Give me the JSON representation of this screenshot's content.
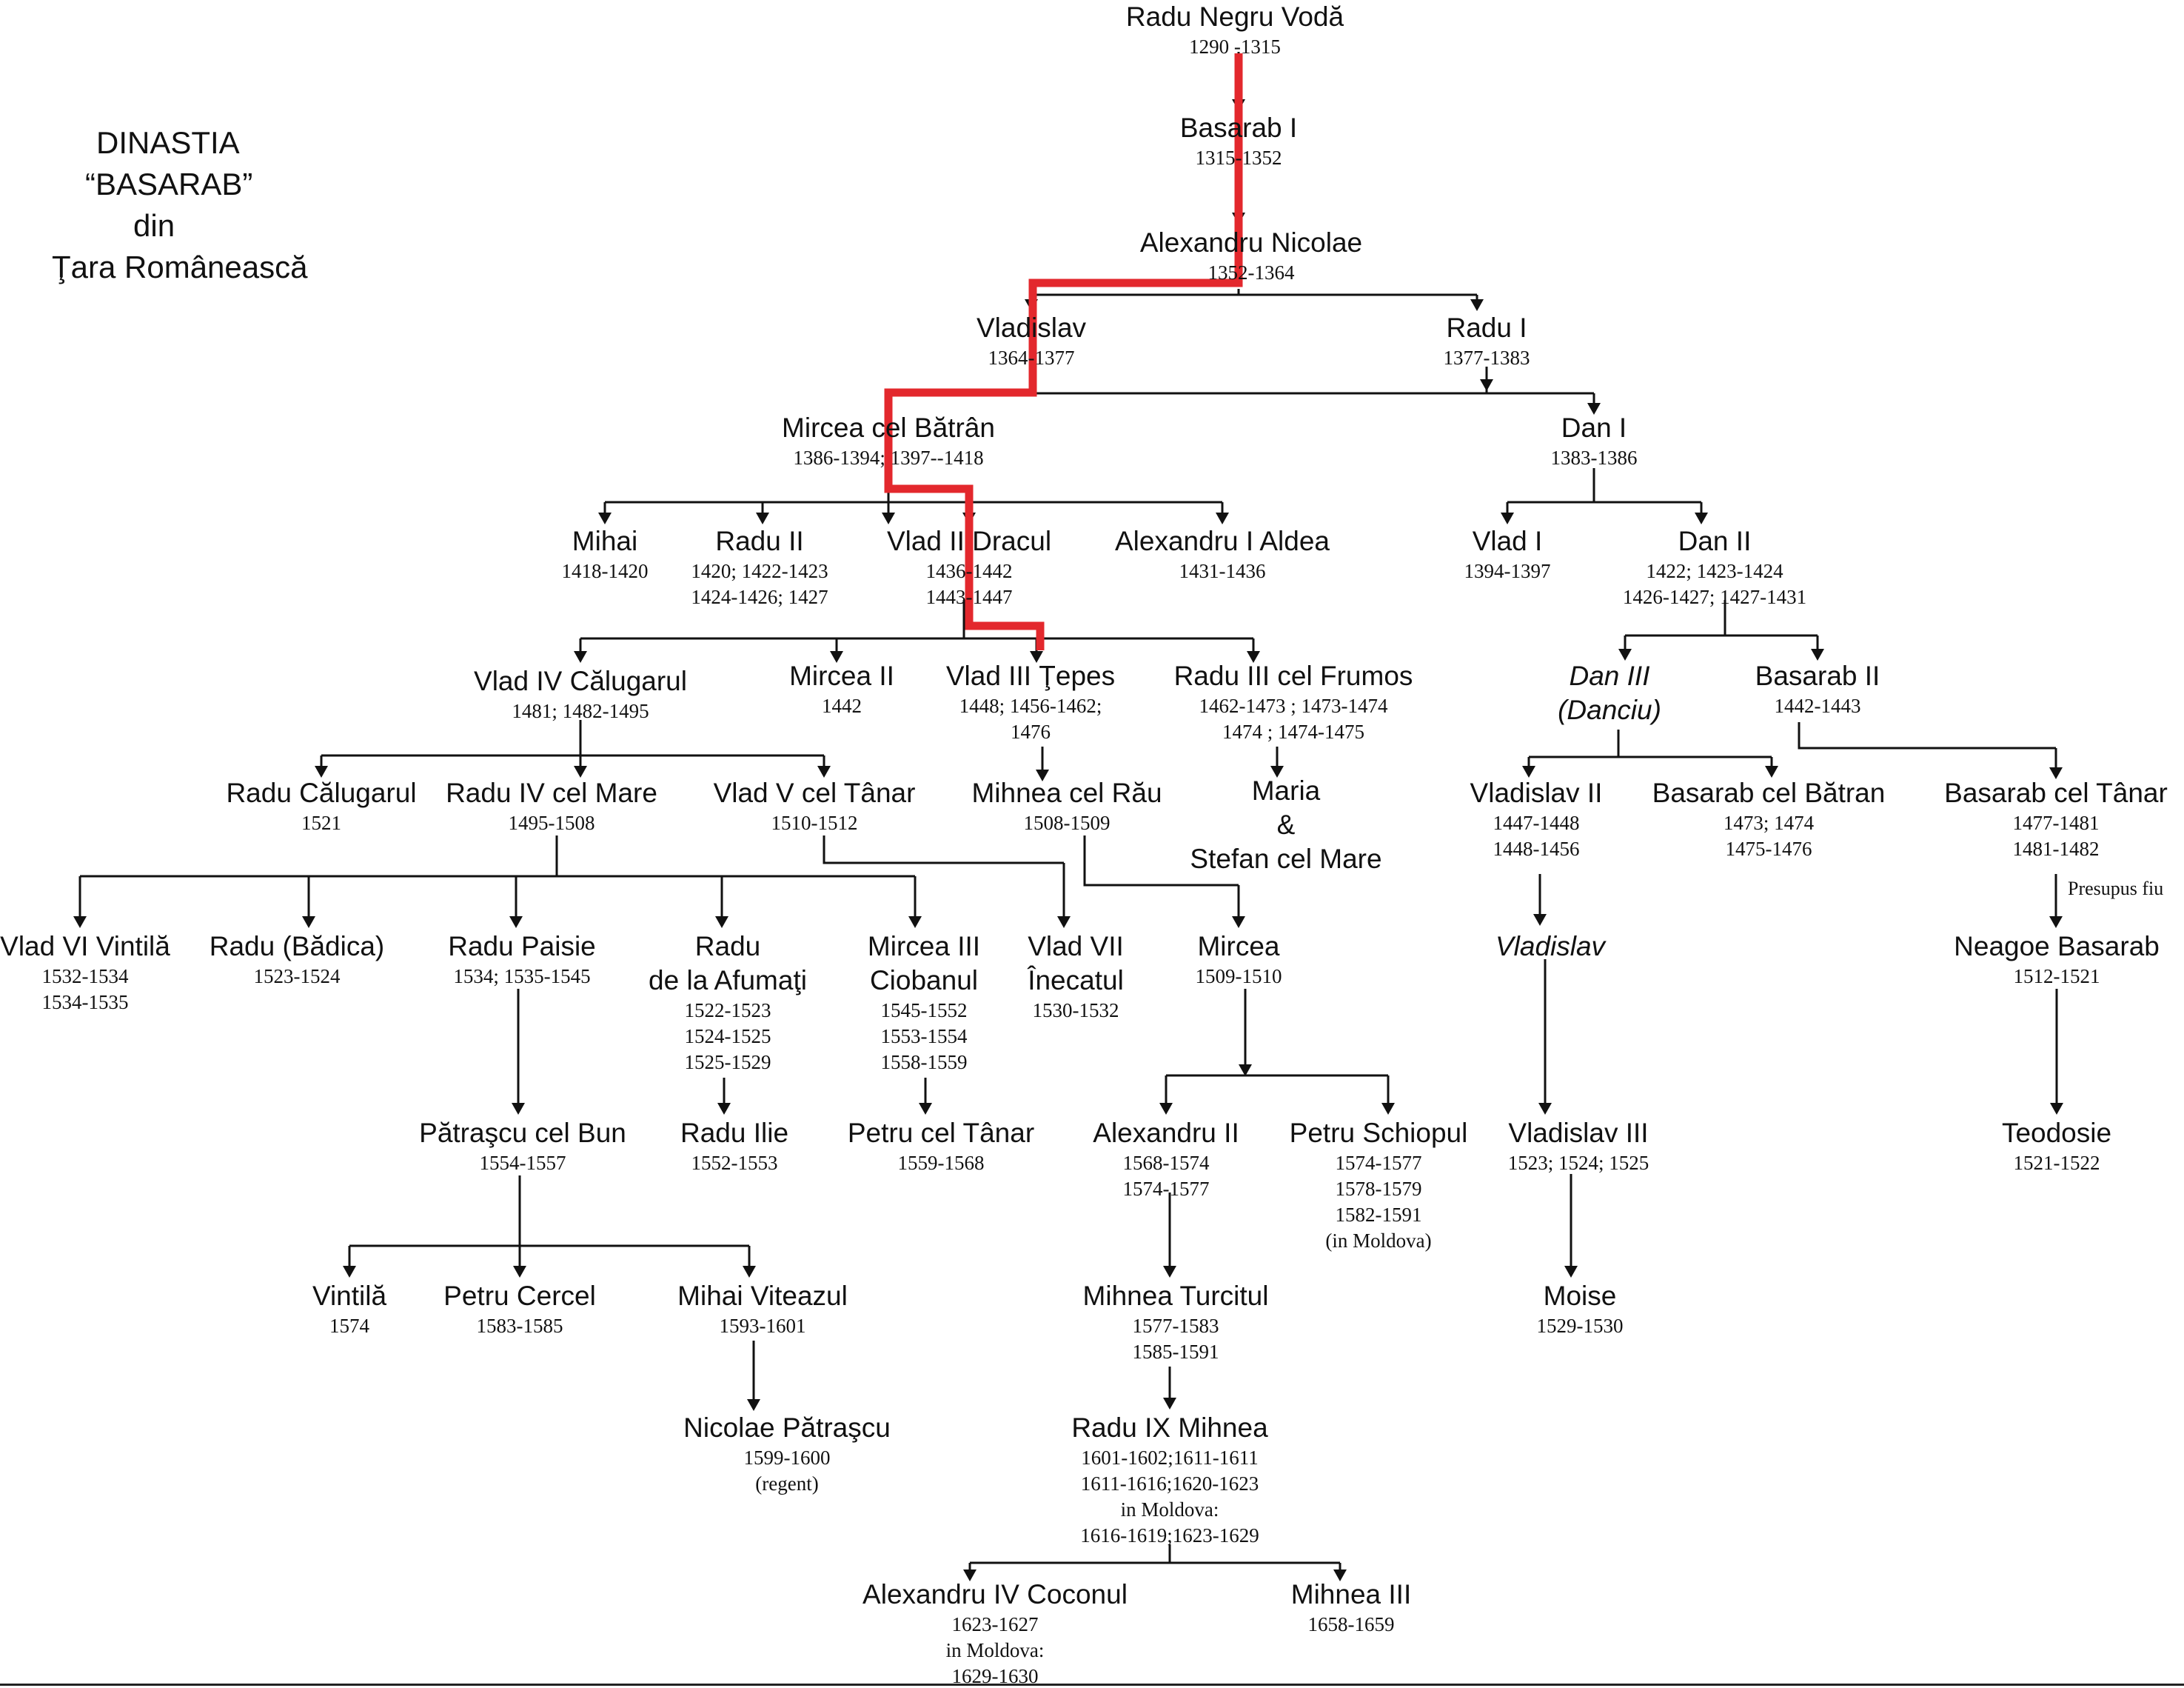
{
  "title": {
    "line1": "DINASTIA",
    "line2": "“BASARAB”",
    "line3": "din",
    "line4": "Ţara Românească"
  },
  "colors": {
    "line": "#111111",
    "highlight": "#e3282d"
  },
  "note": "Presupus fiu",
  "nodes": [
    {
      "name": "Radu Negru Vodă",
      "years": [
        "1290 -1315"
      ]
    },
    {
      "name": "Basarab I",
      "years": [
        "1315-1352"
      ]
    },
    {
      "name": "Alexandru Nicolae",
      "years": [
        "1352-1364"
      ]
    },
    {
      "name": "Vladislav",
      "years": [
        "1364-1377"
      ]
    },
    {
      "name": "Radu I",
      "years": [
        "1377-1383"
      ]
    },
    {
      "name": "Mircea cel Bătrân",
      "years": [
        "1386-1394; 1397--1418"
      ]
    },
    {
      "name": "Dan I",
      "years": [
        "1383-1386"
      ]
    },
    {
      "name": "Mihai",
      "years": [
        "1418-1420"
      ]
    },
    {
      "name": "Radu II",
      "years": [
        "1420; 1422-1423",
        "1424-1426; 1427"
      ]
    },
    {
      "name": "Vlad II Dracul",
      "years": [
        "1436-1442",
        "1443-1447"
      ]
    },
    {
      "name": "Alexandru I Aldea",
      "years": [
        "1431-1436"
      ]
    },
    {
      "name": "Vlad I",
      "years": [
        "1394-1397"
      ]
    },
    {
      "name": "Dan II",
      "years": [
        "1422; 1423-1424",
        "1426-1427; 1427-1431"
      ]
    },
    {
      "name": "Vlad IV Călugarul",
      "years": [
        "1481; 1482-1495"
      ]
    },
    {
      "name": "Mircea II",
      "years": [
        "1442"
      ]
    },
    {
      "name": "Vlad III Ţepes",
      "years": [
        "1448; 1456-1462;",
        "1476"
      ]
    },
    {
      "name": "Radu III cel Frumos",
      "years": [
        "1462-1473 ; 1473-1474",
        "1474 ; 1474-1475"
      ]
    },
    {
      "name": "Dan III",
      "name2": "(Danciu)",
      "italic": true,
      "years": []
    },
    {
      "name": "Basarab II",
      "years": [
        "1442-1443"
      ]
    },
    {
      "name": "Radu Călugarul",
      "years": [
        "1521"
      ]
    },
    {
      "name": "Radu IV cel Mare",
      "years": [
        "1495-1508"
      ]
    },
    {
      "name": "Vlad V cel Tânar",
      "years": [
        "1510-1512"
      ]
    },
    {
      "name": "Mihnea cel Rău",
      "years": [
        "1508-1509"
      ]
    },
    {
      "name": "Maria",
      "name2": "&",
      "name3": "Stefan cel Mare",
      "years": []
    },
    {
      "name": "Vladislav II",
      "years": [
        "1447-1448",
        "1448-1456"
      ]
    },
    {
      "name": "Basarab cel Bătran",
      "years": [
        "1473; 1474",
        "1475-1476"
      ]
    },
    {
      "name": "Basarab cel Tânar",
      "years": [
        "1477-1481",
        "1481-1482"
      ]
    },
    {
      "name": "Vlad VI Vintilă",
      "years": [
        "1532-1534",
        "1534-1535"
      ]
    },
    {
      "name": "Radu (Bădica)",
      "years": [
        "1523-1524"
      ]
    },
    {
      "name": "Radu Paisie",
      "years": [
        "1534; 1535-1545"
      ]
    },
    {
      "name": "Radu",
      "name2": "de la Afumaţi",
      "years": [
        "1522-1523",
        "1524-1525",
        "1525-1529"
      ]
    },
    {
      "name": "Mircea III",
      "name2": "Ciobanul",
      "years": [
        "1545-1552",
        "1553-1554",
        "1558-1559"
      ]
    },
    {
      "name": "Vlad VII",
      "name2": "Înecatul",
      "years": [
        "1530-1532"
      ]
    },
    {
      "name": "Mircea",
      "years": [
        "1509-1510"
      ]
    },
    {
      "name": "Vladislav",
      "italic": true,
      "years": []
    },
    {
      "name": "Neagoe Basarab",
      "years": [
        "1512-1521"
      ]
    },
    {
      "name": "Pătraşcu cel Bun",
      "years": [
        "1554-1557"
      ]
    },
    {
      "name": "Radu Ilie",
      "years": [
        "1552-1553"
      ]
    },
    {
      "name": "Petru cel Tânar",
      "years": [
        "1559-1568"
      ]
    },
    {
      "name": "Alexandru II",
      "years": [
        "1568-1574",
        "1574-1577"
      ]
    },
    {
      "name": "Petru Schiopul",
      "years": [
        "1574-1577",
        "1578-1579",
        "1582-1591",
        "(in Moldova)"
      ]
    },
    {
      "name": "Vladislav III",
      "years": [
        "1523; 1524; 1525"
      ]
    },
    {
      "name": "Teodosie",
      "years": [
        "1521-1522"
      ]
    },
    {
      "name": "Vintilă",
      "years": [
        "1574"
      ]
    },
    {
      "name": "Petru Cercel",
      "years": [
        "1583-1585"
      ]
    },
    {
      "name": "Mihai Viteazul",
      "years": [
        "1593-1601"
      ]
    },
    {
      "name": "Mihnea Turcitul",
      "years": [
        "1577-1583",
        "1585-1591"
      ]
    },
    {
      "name": "Moise",
      "years": [
        "1529-1530"
      ]
    },
    {
      "name": "Nicolae Pătraşcu",
      "years": [
        "1599-1600",
        "(regent)"
      ]
    },
    {
      "name": "Radu IX Mihnea",
      "years": [
        "1601-1602;1611-1611",
        "1611-1616;1620-1623",
        "in Moldova:",
        "1616-1619;1623-1629"
      ]
    },
    {
      "name": "Alexandru IV Coconul",
      "years": [
        "1623-1627",
        "in Moldova:",
        "1629-1630"
      ]
    },
    {
      "name": "Mihnea III",
      "years": [
        "1658-1659"
      ]
    }
  ]
}
